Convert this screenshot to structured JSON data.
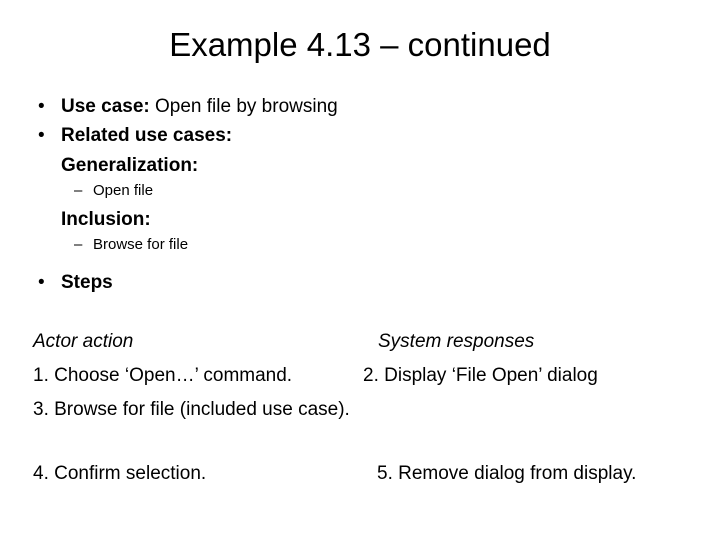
{
  "slide": {
    "title": "Example 4.13 – continued",
    "bullets": [
      {
        "marker": "•",
        "lead": "Use case:",
        "rest": " Open file by browsing"
      },
      {
        "marker": "•",
        "lead": "Related use cases:",
        "rest": ""
      }
    ],
    "related": [
      {
        "heading": "Generalization:",
        "items": [
          {
            "marker": "–",
            "text": "Open file"
          }
        ]
      },
      {
        "heading": "Inclusion:",
        "items": [
          {
            "marker": "–",
            "text": "Browse for file"
          }
        ]
      }
    ],
    "steps_bullet": {
      "marker": "•",
      "lead": "Steps"
    },
    "steps_table": {
      "headers": {
        "left": "Actor action",
        "right": "System responses"
      },
      "rows": [
        {
          "left": "1. Choose ‘Open…’ command.",
          "right": "2. Display ‘File Open’ dialog"
        },
        {
          "left": "3. Browse for file (included use case).",
          "right": ""
        },
        {
          "left": "4. Confirm selection.",
          "right": "5. Remove dialog from display."
        }
      ]
    }
  },
  "colors": {
    "background": "#ffffff",
    "text": "#000000"
  }
}
